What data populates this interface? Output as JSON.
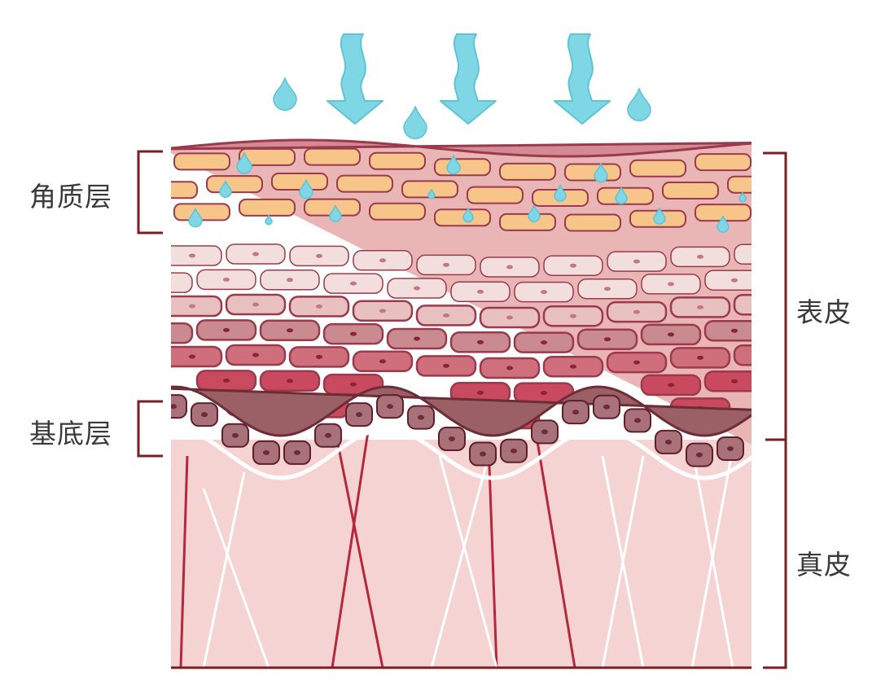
{
  "labels": {
    "stratum_corneum": "角质层",
    "basal_layer": "基底层",
    "epidermis": "表皮",
    "dermis": "真皮"
  },
  "colors": {
    "water": "#7fd6e4",
    "water_outline": "#5cc4d6",
    "corneum_bg": "#d48a94",
    "corneum_cell": "#f7c489",
    "cell_outline": "#9b3a4c",
    "spinous_light": "#f3dede",
    "spinous_mid": "#c98a90",
    "spinous_dark": "#c94a5e",
    "basal": "#9b5f66",
    "dermis": "#f6d3d3",
    "fiber_red": "#b5283c",
    "fiber_white": "#ffffff",
    "bracket": "#7a1e22"
  },
  "icons": [
    "water-drop-icon",
    "down-arrow-icon"
  ]
}
